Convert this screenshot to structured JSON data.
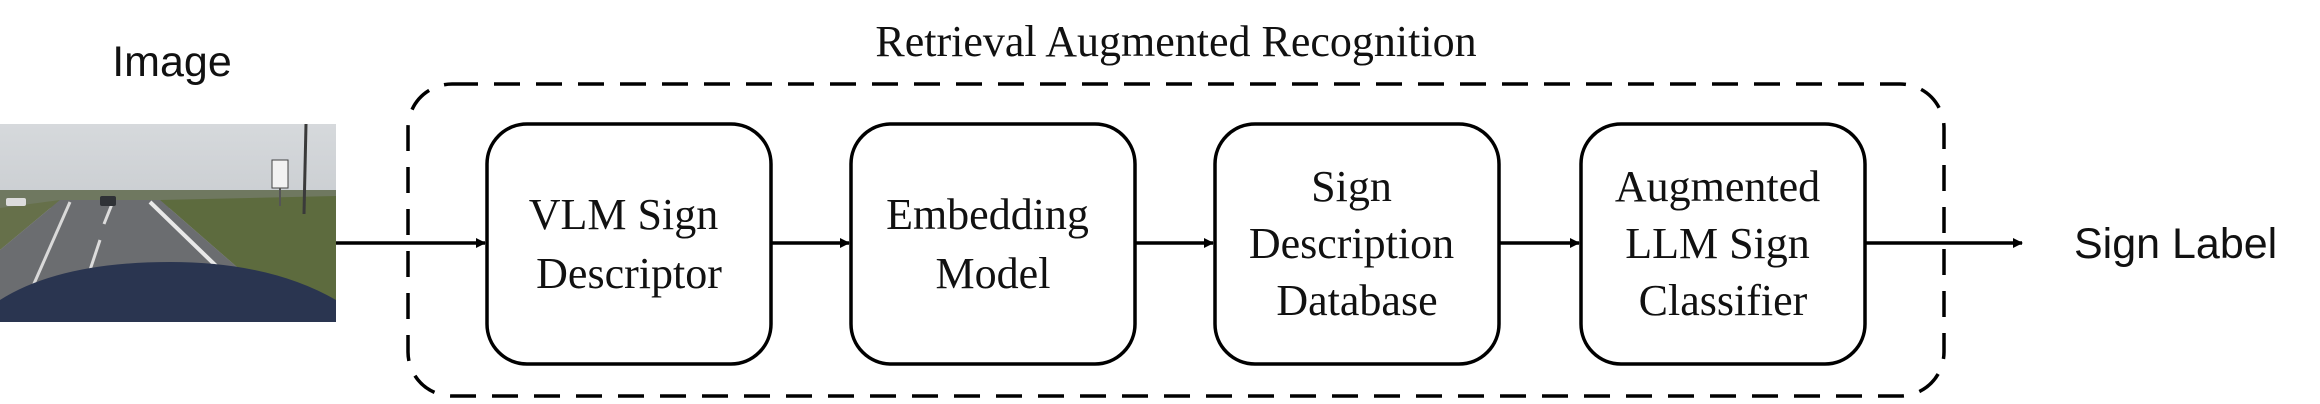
{
  "diagram": {
    "input_label": "Image",
    "output_label": "Sign Label",
    "group_title": "Retrieval Augmented Recognition",
    "boxes": [
      {
        "id": "vlm",
        "lines": [
          "VLM Sign",
          "Descriptor"
        ]
      },
      {
        "id": "embed",
        "lines": [
          "Embedding",
          "Model"
        ]
      },
      {
        "id": "db",
        "lines": [
          "Sign",
          "Description",
          "Database"
        ]
      },
      {
        "id": "llm",
        "lines": [
          "Augmented",
          "LLM Sign",
          "Classifier"
        ]
      }
    ]
  },
  "colors": {
    "stroke": "#000000",
    "sky": "#c9cdd0",
    "road": "#6b6d70",
    "grass": "#5d6b3e",
    "hood": "#2a3550"
  },
  "icons": {
    "input_image": "road-scene-image",
    "arrow": "arrow-right-icon"
  }
}
